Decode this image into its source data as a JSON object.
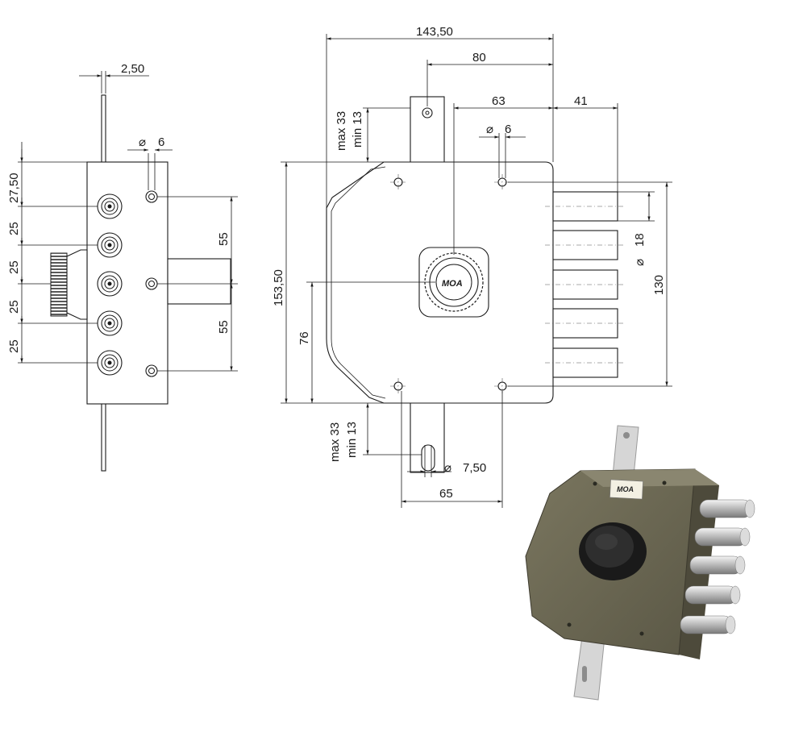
{
  "side_view": {
    "dims": {
      "plate_thickness": "2,50",
      "hole_diameter_symbol": "⌀",
      "hole_diameter": "6",
      "first_bolt_offset": "27,50",
      "bolt_spacing_1": "25",
      "bolt_spacing_2": "25",
      "bolt_spacing_3": "25",
      "bolt_spacing_4": "25",
      "hole_spacing_top": "55",
      "hole_spacing_bottom": "55"
    }
  },
  "front_view": {
    "dims": {
      "total_width": "143,50",
      "backset": "80",
      "hole_to_edge": "63",
      "bolt_throw": "41",
      "hole_diameter_symbol": "⌀",
      "hole_diameter": "6",
      "top_tab_max": "max 33",
      "top_tab_min": "min 13",
      "total_height": "153,50",
      "cylinder_height": "76",
      "bolt_diameter_symbol": "⌀",
      "bolt_diameter": "18",
      "bolt_span": "130",
      "bottom_tab_max": "max 33",
      "bottom_tab_min": "min 13",
      "bottom_hole_diameter_symbol": "⌀",
      "bottom_hole_diameter": "7,50",
      "bottom_hole_spacing": "65"
    },
    "knob_brand": "MOA"
  },
  "photo": {
    "brand_label": "MOA",
    "colors": {
      "case": "#6e6a55",
      "case_dark": "#4d4a3b",
      "bolt": "#c9c9c9",
      "strip": "#d8d8d8",
      "knob": "#1c1c1c"
    }
  }
}
